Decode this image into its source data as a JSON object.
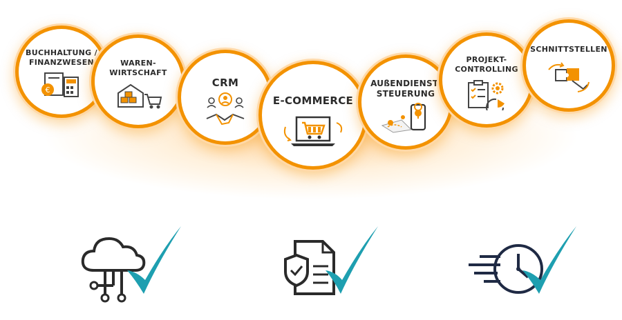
{
  "modules": [
    {
      "label": "BUCHHALTUNG /\nFINANZWESEN",
      "icon": "accounting-icon"
    },
    {
      "label": "WAREN-\nWIRTSCHAFT",
      "icon": "warehouse-icon"
    },
    {
      "label": "CRM",
      "icon": "crm-icon"
    },
    {
      "label": "E-COMMERCE",
      "icon": "ecommerce-icon"
    },
    {
      "label": "AUßENDIENST-\nSTEUERUNG",
      "icon": "field-service-icon"
    },
    {
      "label": "PROJEKT-\nCONTROLLING",
      "icon": "project-controlling-icon"
    },
    {
      "label": "SCHNITTSTELLEN",
      "icon": "interfaces-icon"
    }
  ],
  "badges": [
    {
      "icon": "cloud-network-icon"
    },
    {
      "icon": "security-document-icon"
    },
    {
      "icon": "fast-clock-icon"
    }
  ],
  "colors": {
    "accent": "#f39200",
    "check": "#1e9fb0",
    "dark": "#2b2b2b"
  }
}
